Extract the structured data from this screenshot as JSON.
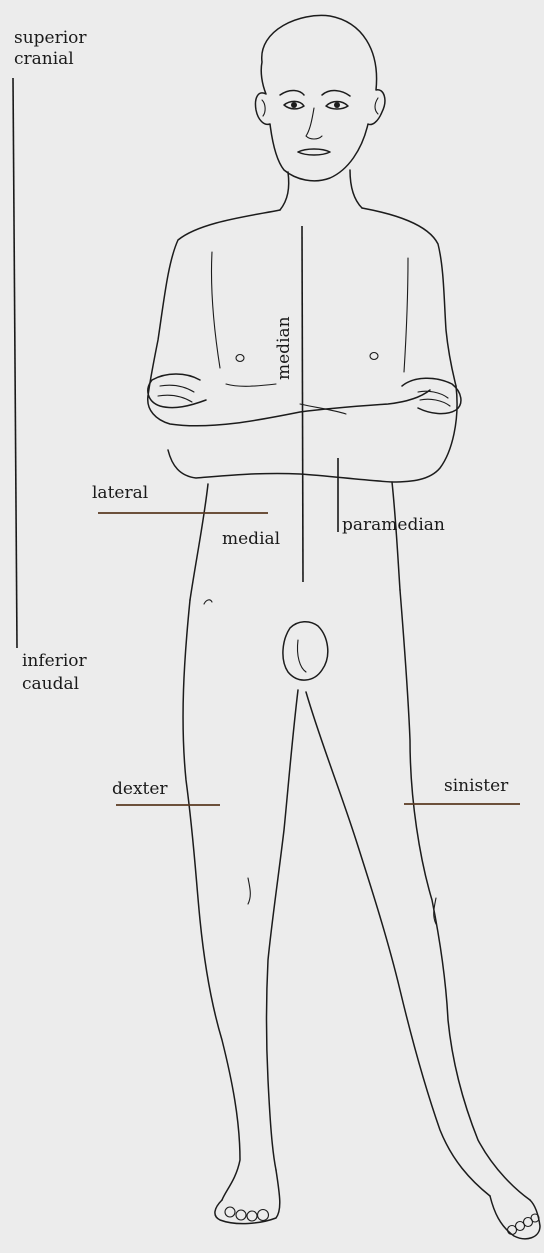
{
  "labels": {
    "superior": "superior",
    "cranial": "cranial",
    "inferior": "inferior",
    "caudal": "caudal",
    "median": "median",
    "lateral": "lateral",
    "medial": "medial",
    "paramedian": "paramedian",
    "dexter": "dexter",
    "sinister": "sinister"
  },
  "colors": {
    "background": "#ececec",
    "ink": "#1a1a1a",
    "reference_line_brown": "#5a3a22"
  }
}
